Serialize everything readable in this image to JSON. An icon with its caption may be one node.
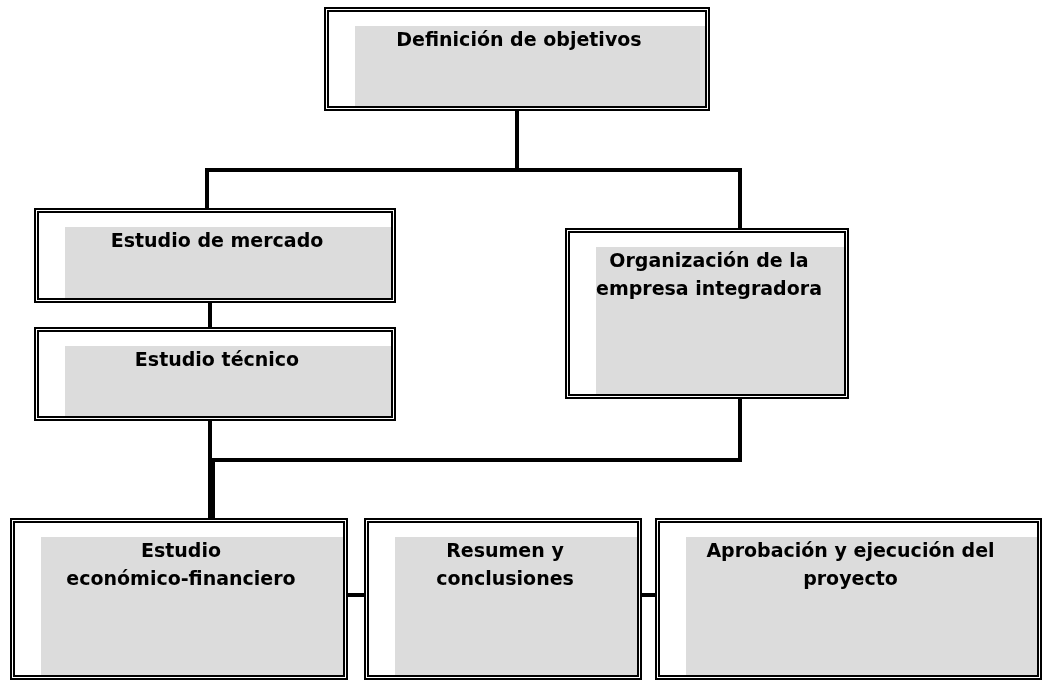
{
  "diagram": {
    "nodes": [
      {
        "text": [
          "Definición de objetivos"
        ]
      },
      {
        "text": [
          "Estudio de mercado"
        ]
      },
      {
        "text": [
          "Estudio técnico"
        ]
      },
      {
        "text": [
          "Organización de la empresa integradora"
        ]
      },
      {
        "text": [
          "Estudio económico-financiero"
        ]
      },
      {
        "text": [
          "Resumen y conclusiones"
        ]
      },
      {
        "text": [
          "Aprobación y ejecución del proyecto"
        ]
      }
    ],
    "edges": [
      {
        "from": 0,
        "to": 1,
        "arrow": "none"
      },
      {
        "from": 0,
        "to": 3,
        "arrow": "none"
      },
      {
        "from": 1,
        "to": 2,
        "arrow": "none"
      },
      {
        "from": 2,
        "to": 4,
        "arrow": "none"
      },
      {
        "from": 3,
        "to": 4,
        "arrow": "none"
      },
      {
        "from": 4,
        "to": 5,
        "arrow": "none"
      },
      {
        "from": 5,
        "to": 6,
        "arrow": "none"
      }
    ]
  }
}
